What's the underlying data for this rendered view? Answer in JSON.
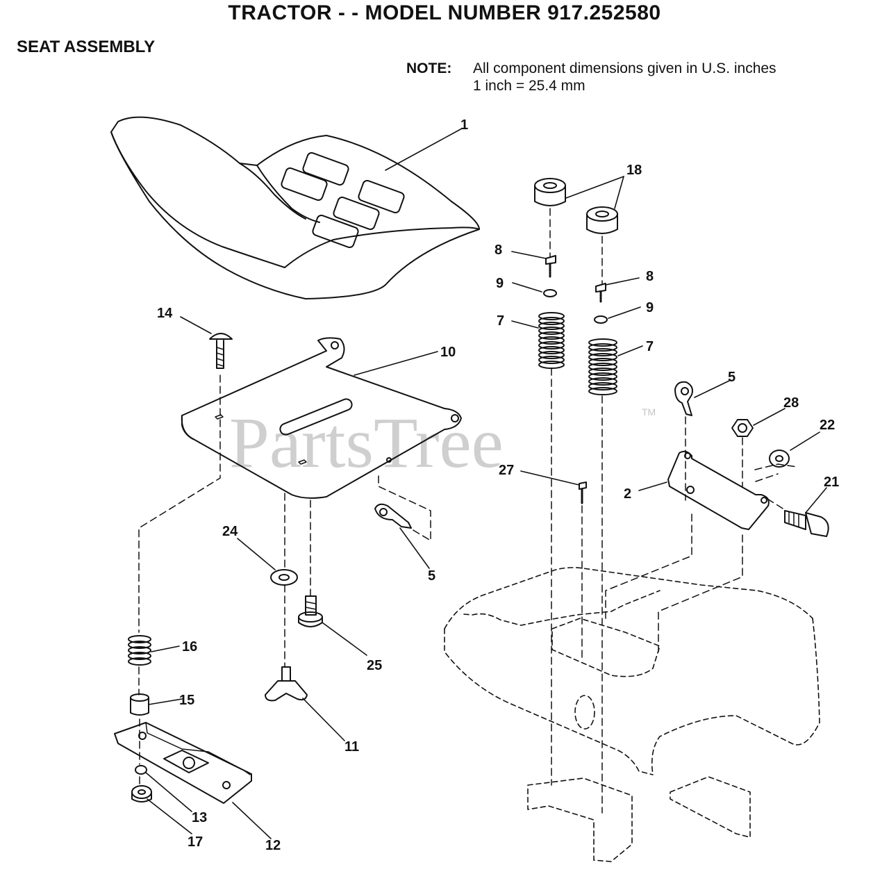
{
  "header": {
    "title": "TRACTOR - - MODEL NUMBER 917.252580",
    "section": "SEAT ASSEMBLY",
    "note_label": "NOTE:",
    "note_line1": "All component dimensions given in U.S. inches",
    "note_line2": "1 inch = 25.4 mm"
  },
  "watermark": {
    "text": "PartsTree",
    "tm": "TM"
  },
  "parts": {
    "p1": "1",
    "p18": "18",
    "p8a": "8",
    "p8b": "8",
    "p9a": "9",
    "p9b": "9",
    "p7a": "7",
    "p7b": "7",
    "p14": "14",
    "p10": "10",
    "p5a": "5",
    "p5b": "5",
    "p28": "28",
    "p22": "22",
    "p27": "27",
    "p2": "2",
    "p21": "21",
    "p24": "24",
    "p25": "25",
    "p16": "16",
    "p15": "15",
    "p11": "11",
    "p13": "13",
    "p17": "17",
    "p12": "12"
  }
}
